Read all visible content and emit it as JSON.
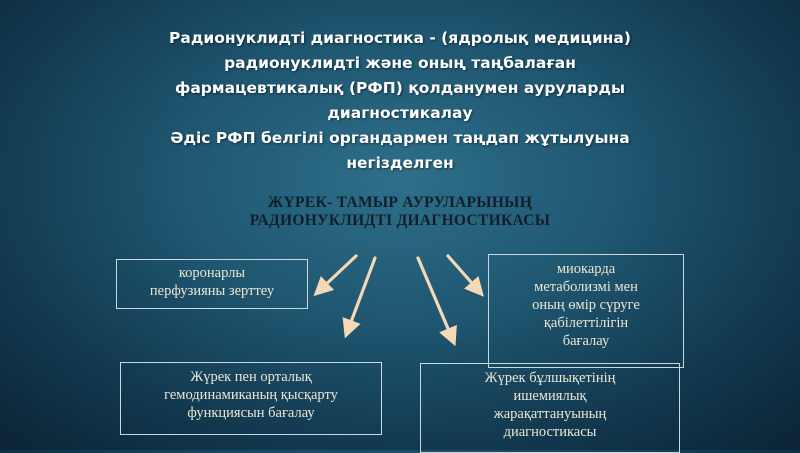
{
  "heading": {
    "lines": [
      "Радионуклидті диагностика - (ядролық медицина)",
      "радионуклидті және оның таңбалаған",
      "фармацевтикалық (РФП) қолданумен ауруларды",
      "диагностикалау",
      "Әдіс РФП белгілі органдармен таңдап жұтылуына",
      "негізделген"
    ]
  },
  "subheading": {
    "lines": [
      "ЖҮРЕК- ТАМЫР АУРУЛАРЫНЫҢ",
      "РАДИОНУКЛИДТІ ДИАГНОСТИКАСЫ"
    ]
  },
  "boxes": {
    "coronary": {
      "lines": [
        "коронарлы",
        "перфузияны зерттеу"
      ]
    },
    "metabolism": {
      "lines": [
        "миокарда",
        "метаболизмі мен",
        "оның өмір сүруге",
        "қабілеттілігін",
        "бағалау"
      ]
    },
    "hemodynamics": {
      "lines": [
        "Жүрек пен орталық",
        "гемодинамиканың қысқарту",
        "функциясын бағалау"
      ]
    },
    "ischemia": {
      "lines": [
        "Жүрек бұлшықетінің",
        "ишемиялық",
        "жарақаттануының",
        "диагностикасы"
      ]
    }
  },
  "colors": {
    "arrow": "#f6d7b6",
    "box_text": "#ece6d2",
    "heading": "#ffffff",
    "subheading": "#0e1f2a"
  }
}
